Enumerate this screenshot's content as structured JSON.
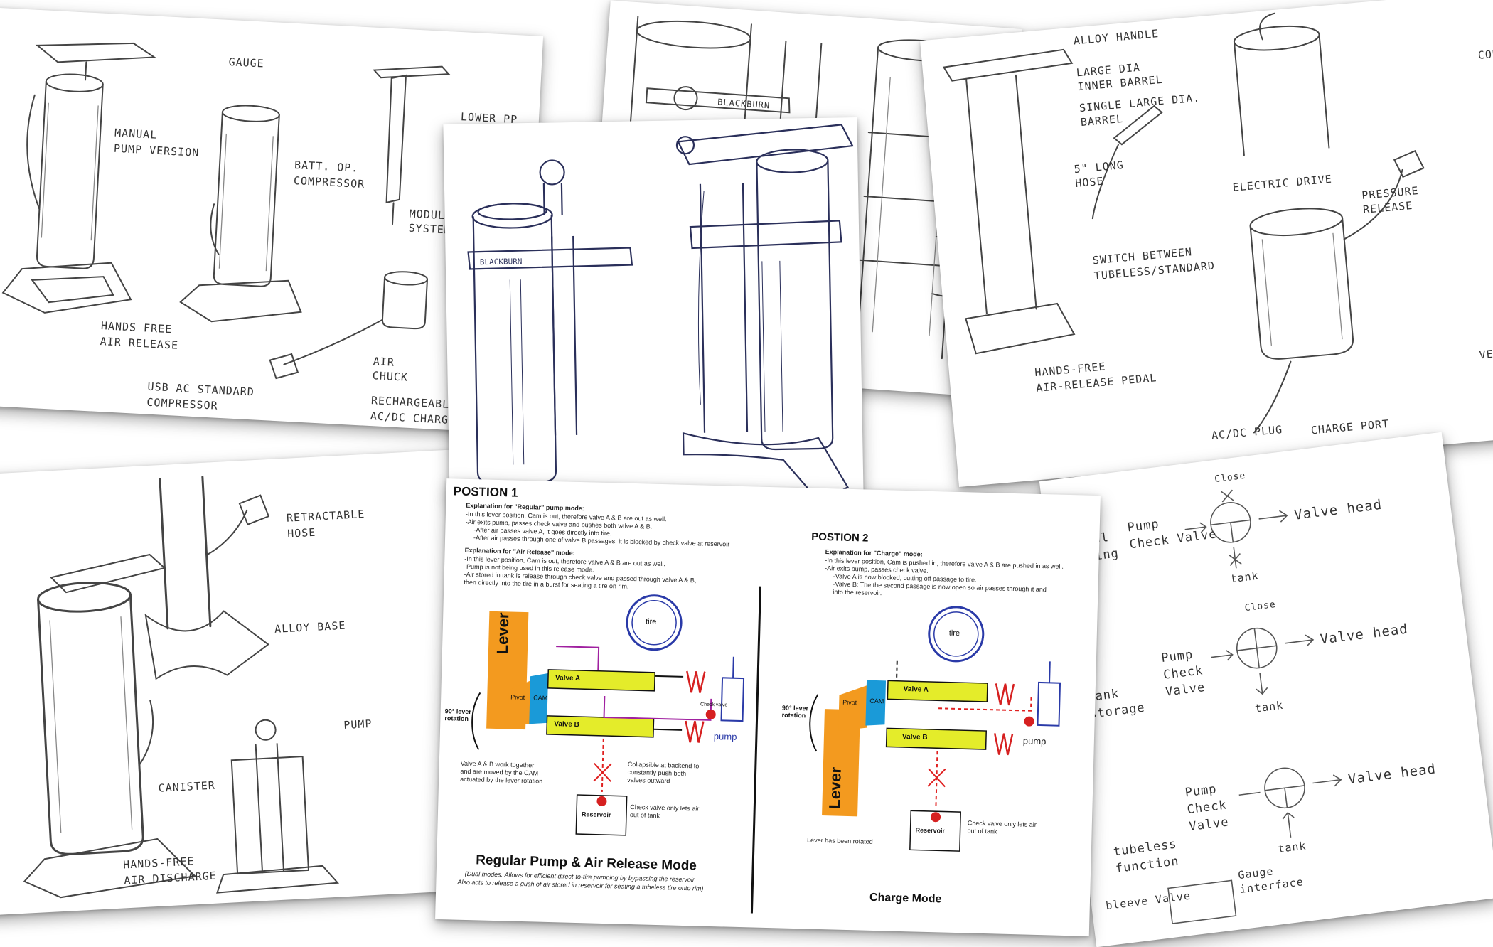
{
  "sheet_top_left": {
    "labels": [
      "GAUGE",
      "MANUAL",
      "PUMP VERSION",
      "BATT. OP.",
      "COMPRESSOR",
      "LOWER PP",
      "MODULAR",
      "SYSTEM",
      "HANDS FREE",
      "AIR RELEASE",
      "AIR",
      "CHUCK",
      "USB AC STANDARD",
      "COMPRESSOR",
      "RECHARGEABLE",
      "AC/DC CHARGER"
    ]
  },
  "sheet_top_mid": {
    "labels": [
      "BLACKBURN"
    ]
  },
  "sheet_center": {
    "labels": [
      "BLACKBURN"
    ]
  },
  "sheet_top_right": {
    "labels": [
      "ALLOY HANDLE",
      "LARGE DIA",
      "INNER BARREL",
      "SINGLE LARGE DIA.",
      "BARREL",
      "5\" LONG",
      "HOSE",
      "ELECTRIC DRIVE",
      "PRESSURE",
      "RELEASE",
      "SWITCH BETWEEN",
      "TUBELESS/STANDARD",
      "HANDS-FREE",
      "AIR-RELEASE PEDAL",
      "AC/DC PLUG",
      "CHARGE PORT",
      "VER",
      "COR"
    ]
  },
  "sheet_bottom_left": {
    "labels": [
      "RETRACTABLE",
      "HOSE",
      "ALLOY BASE",
      "PUMP",
      "CANISTER",
      "HANDS-FREE",
      "AIR DISCHARGE"
    ]
  },
  "diagram_sheet": {
    "position1_title": "POSTION 1",
    "position2_title": "POSTION 2",
    "regular_heading": "Explanation for \"Regular\" pump mode:",
    "regular_lines": [
      "-In this lever position, Cam is out, therefore valve A & B are out as well.",
      "-Air exits pump, passes check valve and pushes both valve A & B.",
      "   -After air passes valve A, it goes directly into tire.",
      "   -After air passes through one of valve B passages, it is blocked by check valve at reservoir"
    ],
    "release_heading": "Explanation for \"Air Release\" mode:",
    "release_lines": [
      "-In this lever position, Cam is out, therefore valve A & B are out as well.",
      "-Pump is not being used in this release mode.",
      "-Air stored in tank is release through check valve and passed through valve A & B,",
      "then directly into the tire in a burst for seating a tire on rim."
    ],
    "charge_heading": "Explanation for \"Charge\" mode:",
    "charge_lines": [
      "-In this lever position, Cam is pushed in, therefore valve A & B are pushed in as well.",
      "-Air exits pump, passes check valve.",
      "   -Valve A is now blocked, cutting off passage to tire.",
      "   -Valve B: The the second passage is now open so air passes through it and",
      "   into the reservoir."
    ],
    "lever_label": "Lever",
    "cam_label": "CAM",
    "pivot_label": "Pivot",
    "rotation_label": "90° lever rotation",
    "tire_label": "tire",
    "valve_a": "Valve A",
    "valve_b": "Valve B",
    "pump_label": "pump",
    "check_valve_label": "Check valve",
    "reservoir_label": "Reservoir",
    "note_valves": "Valve A & B work together and are moved by the CAM actuated by the lever rotation",
    "note_collapsible": "Collapsible at backend to constantly push both valves outward",
    "note_check_left": "Check valve only lets air out of tank",
    "note_check_right": "Check valve only lets air out of tank",
    "note_lever_rotated": "Lever has been rotated",
    "mode1_title": "Regular Pump & Air Release Mode",
    "mode1_sub1": "(Dual modes.  Allows for efficient direct-to-tire pumping by bypassing the reservoir.",
    "mode1_sub2": "Also acts to release a gush of air stored in reservoir for seating a tubeless tire onto rim)",
    "mode2_title": "Charge Mode"
  },
  "sheet_notes": {
    "block1": [
      "Close",
      "Normal",
      "pumping",
      "Pump",
      "Check Valve",
      "Valve head",
      "tank"
    ],
    "block2": [
      "Close",
      "Pump",
      "Check",
      "Valve",
      "tank",
      "storage",
      "Valve head",
      "tank"
    ],
    "block3": [
      "Pump",
      "Check",
      "Valve",
      "Valve head",
      "tubeless",
      "function",
      "bleeve Valve",
      "Gauge",
      "interface",
      "tank"
    ]
  },
  "colors": {
    "lever": "#f39a1f",
    "cam": "#1a9ad8",
    "valve": "#e4ec2a",
    "spring": "#d62020",
    "pipe_red": "#e02020",
    "pipe_blue": "#2a3aa8",
    "pipe_purple": "#a020a0",
    "pen_ink": "#2a2f5a"
  }
}
